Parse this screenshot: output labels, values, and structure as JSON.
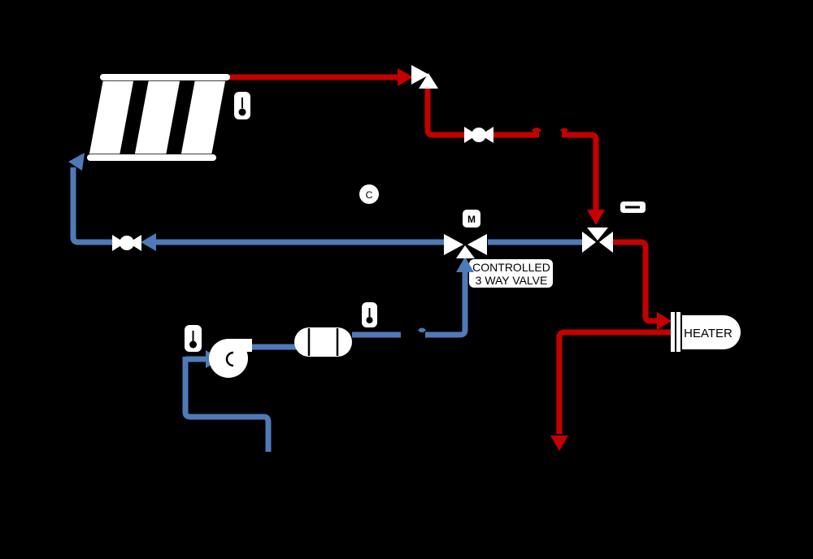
{
  "colors": {
    "background": "#000000",
    "pipe-hot": "#c40000",
    "pipe-cold": "#4f7ab8",
    "symbol-fill": "#ffffff",
    "symbol-stroke": "#000000",
    "label-text": "#000000"
  },
  "labels": {
    "motor_actuator": "M",
    "controller": "C",
    "valve_caption_line1": "CONTROLLED",
    "valve_caption_line2": "3 WAY VALVE",
    "heater": "HEATER"
  },
  "symbols": [
    "solar-collector",
    "thermometer-icon",
    "check-valve-icon",
    "ball-valve-icon",
    "3-way-mixing-valve-icon",
    "motorized-3-way-valve-icon",
    "controller-icon",
    "line-sensor-icon",
    "pump-icon",
    "expansion-vessel-icon",
    "heater-icon",
    "flow-arrow"
  ]
}
